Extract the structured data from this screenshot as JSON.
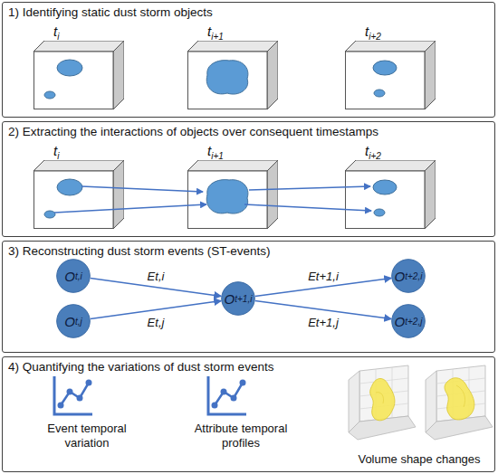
{
  "diagram": {
    "nodes": [
      {
        "text": [
          "1) Identifying static dust storm objects"
        ]
      },
      {
        "text": [
          "t",
          "i"
        ],
        "in": 0
      },
      {
        "text": [
          "t",
          "i+1"
        ],
        "in": 0
      },
      {
        "text": [
          "t",
          "i+2"
        ],
        "in": 0
      },
      {
        "text": [
          "2) Extracting the interactions of objects over consequent timestamps"
        ]
      },
      {
        "text": [
          "t",
          "i"
        ],
        "in": 4
      },
      {
        "text": [
          "t",
          "i+1"
        ],
        "in": 4
      },
      {
        "text": [
          "t",
          "i+2"
        ],
        "in": 4
      },
      {
        "text": [
          "3) Reconstructing dust storm events (ST-events)"
        ]
      },
      {
        "text": [
          "O",
          "t,i"
        ],
        "in": 8
      },
      {
        "text": [
          "O",
          "t,j"
        ],
        "in": 8
      },
      {
        "text": [
          "O",
          "t+1,i"
        ],
        "in": 8
      },
      {
        "text": [
          "O",
          "t+2,i"
        ],
        "in": 8
      },
      {
        "text": [
          "O",
          "t+2,j"
        ],
        "in": 8
      },
      {
        "text": [
          "4) Quantifying the variations of dust storm events"
        ]
      }
    ],
    "edges": [
      {
        "from": 9,
        "to": 11,
        "arrow": "to",
        "label": "Et,i"
      },
      {
        "from": 10,
        "to": 11,
        "arrow": "to",
        "label": "Et,j"
      },
      {
        "from": 11,
        "to": 12,
        "arrow": "to",
        "label": "Et+1,i"
      },
      {
        "from": 11,
        "to": 13,
        "arrow": "to",
        "label": "Et+1,j"
      }
    ],
    "labels": [
      "Event temporal variation",
      "Attribute temporal profiles",
      "Volume shape changes"
    ]
  }
}
